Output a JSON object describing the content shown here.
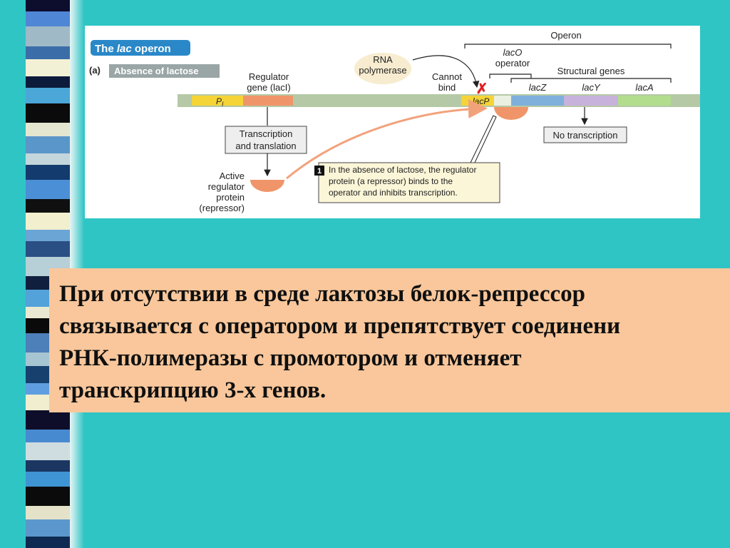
{
  "slide": {
    "stripe_colors": [
      "#0d0d2e",
      "#4f86d6",
      "#9fb9c7",
      "#3b6ea8",
      "#f3f1d5",
      "#0c1b3a",
      "#4aa7d8",
      "#0b0b0b",
      "#e5e6cf",
      "#5a96c9",
      "#c3d6dc",
      "#133b6d",
      "#4b8fd6",
      "#101010",
      "#f2efcf",
      "#6aa5d6",
      "#2a4f84",
      "#b7cfd6",
      "#0f1f3d",
      "#53a2d9",
      "#e9e9d2",
      "#0a0a0a",
      "#4d7fb9",
      "#a7c4d2",
      "#17406f",
      "#5f9ee0",
      "#f1eed0",
      "#0e0e2a",
      "#488ad0",
      "#cfdde0",
      "#1b3660",
      "#3f94d3",
      "#0b0b0b",
      "#e4e3c9",
      "#5b97cc",
      "#0f2a52"
    ]
  },
  "figure": {
    "badge": "The lac operon",
    "badge_prefix": "The ",
    "badge_italic": "lac",
    "badge_suffix": " operon",
    "panel_letter": "(a)",
    "condition_label": "Absence of lactose",
    "operon_label": "Operon",
    "rna_polymerase": [
      "RNA",
      "polymerase"
    ],
    "laco_operator": [
      "lacO",
      "operator"
    ],
    "regulator_gene": [
      "Regulator",
      "gene (lacI)"
    ],
    "cannot_bind": [
      "Cannot",
      "bind"
    ],
    "structural_genes_label": "Structural genes",
    "promoter_small": "P",
    "promoter_subscript": "I",
    "lacp_label": "lacP",
    "genes": [
      "lacZ",
      "lacY",
      "lacA"
    ],
    "transcription_box": [
      "Transcription",
      "and translation"
    ],
    "no_transcription": "No transcription",
    "active_repressor": [
      "Active",
      "regulator",
      "protein",
      "(repressor)"
    ],
    "step_number": "1",
    "step_text": [
      "In the absence of lactose, the regulator",
      "protein (a repressor) binds to the",
      "operator and inhibits transcription."
    ],
    "colors": {
      "badge_bg": "#2a88c8",
      "condition_bg": "#9aa5a5",
      "dna_track": "#b5c9a6",
      "promoter_yellow": "#f5d437",
      "regulator_orange": "#f0956a",
      "lacz_blue": "#7fb0dc",
      "lacy_purple": "#c7b2dc",
      "laca_green": "#b2dd8c",
      "repressor": "#f0956a",
      "x_mark": "#e02020",
      "rna_blob": "#f7eccf"
    }
  },
  "caption": {
    "text": "При отсутствии в среде лактозы белок-репрессор\nсвязывается с оператором и препятствует соединени\nРНК-полимеразы с промотором и отменяет\nтранскрипцию 3-х генов."
  }
}
